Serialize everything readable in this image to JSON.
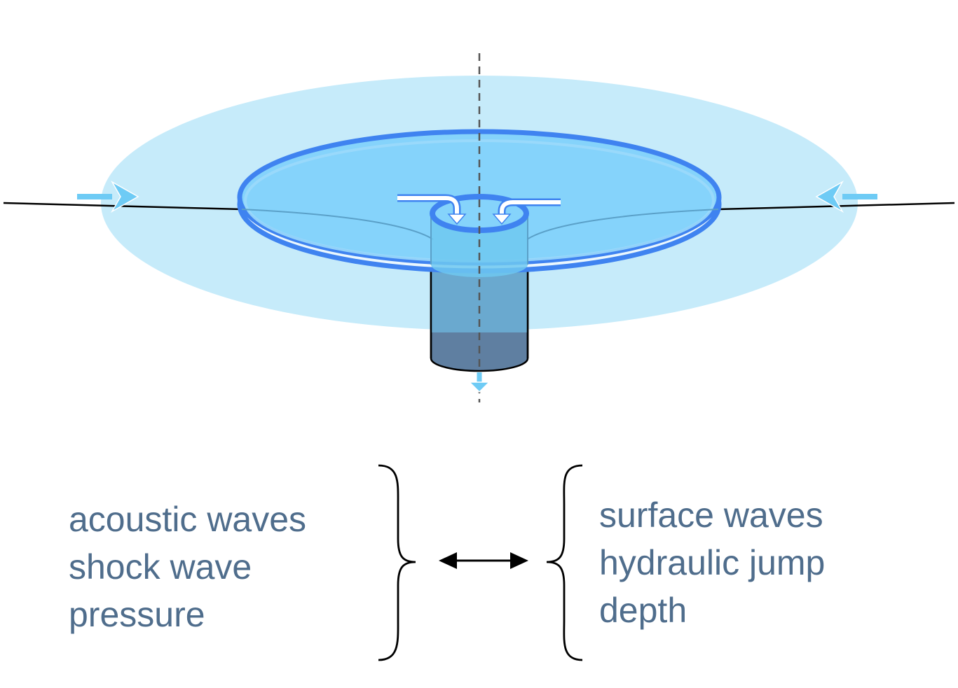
{
  "left_group": {
    "lines": [
      "acoustic waves",
      "shock wave",
      "pressure"
    ]
  },
  "right_group": {
    "lines": [
      "surface waves",
      "hydraulic jump",
      "depth"
    ]
  },
  "colors": {
    "outer_water": "#c6ebfa",
    "disk_fill": "#85d3fb",
    "disk_rim": "#3f83f0",
    "drain_upper": "#6fb5dc",
    "drain_lower": "#5f7fa1",
    "inflow_arrow": "#6ecbf5",
    "text": "#4f6d8c",
    "lines": "#000000"
  },
  "icons": {
    "inflow": "arrow-right-icon",
    "outflow": "arrow-down-icon",
    "analogy": "double-headed-arrow-icon"
  }
}
